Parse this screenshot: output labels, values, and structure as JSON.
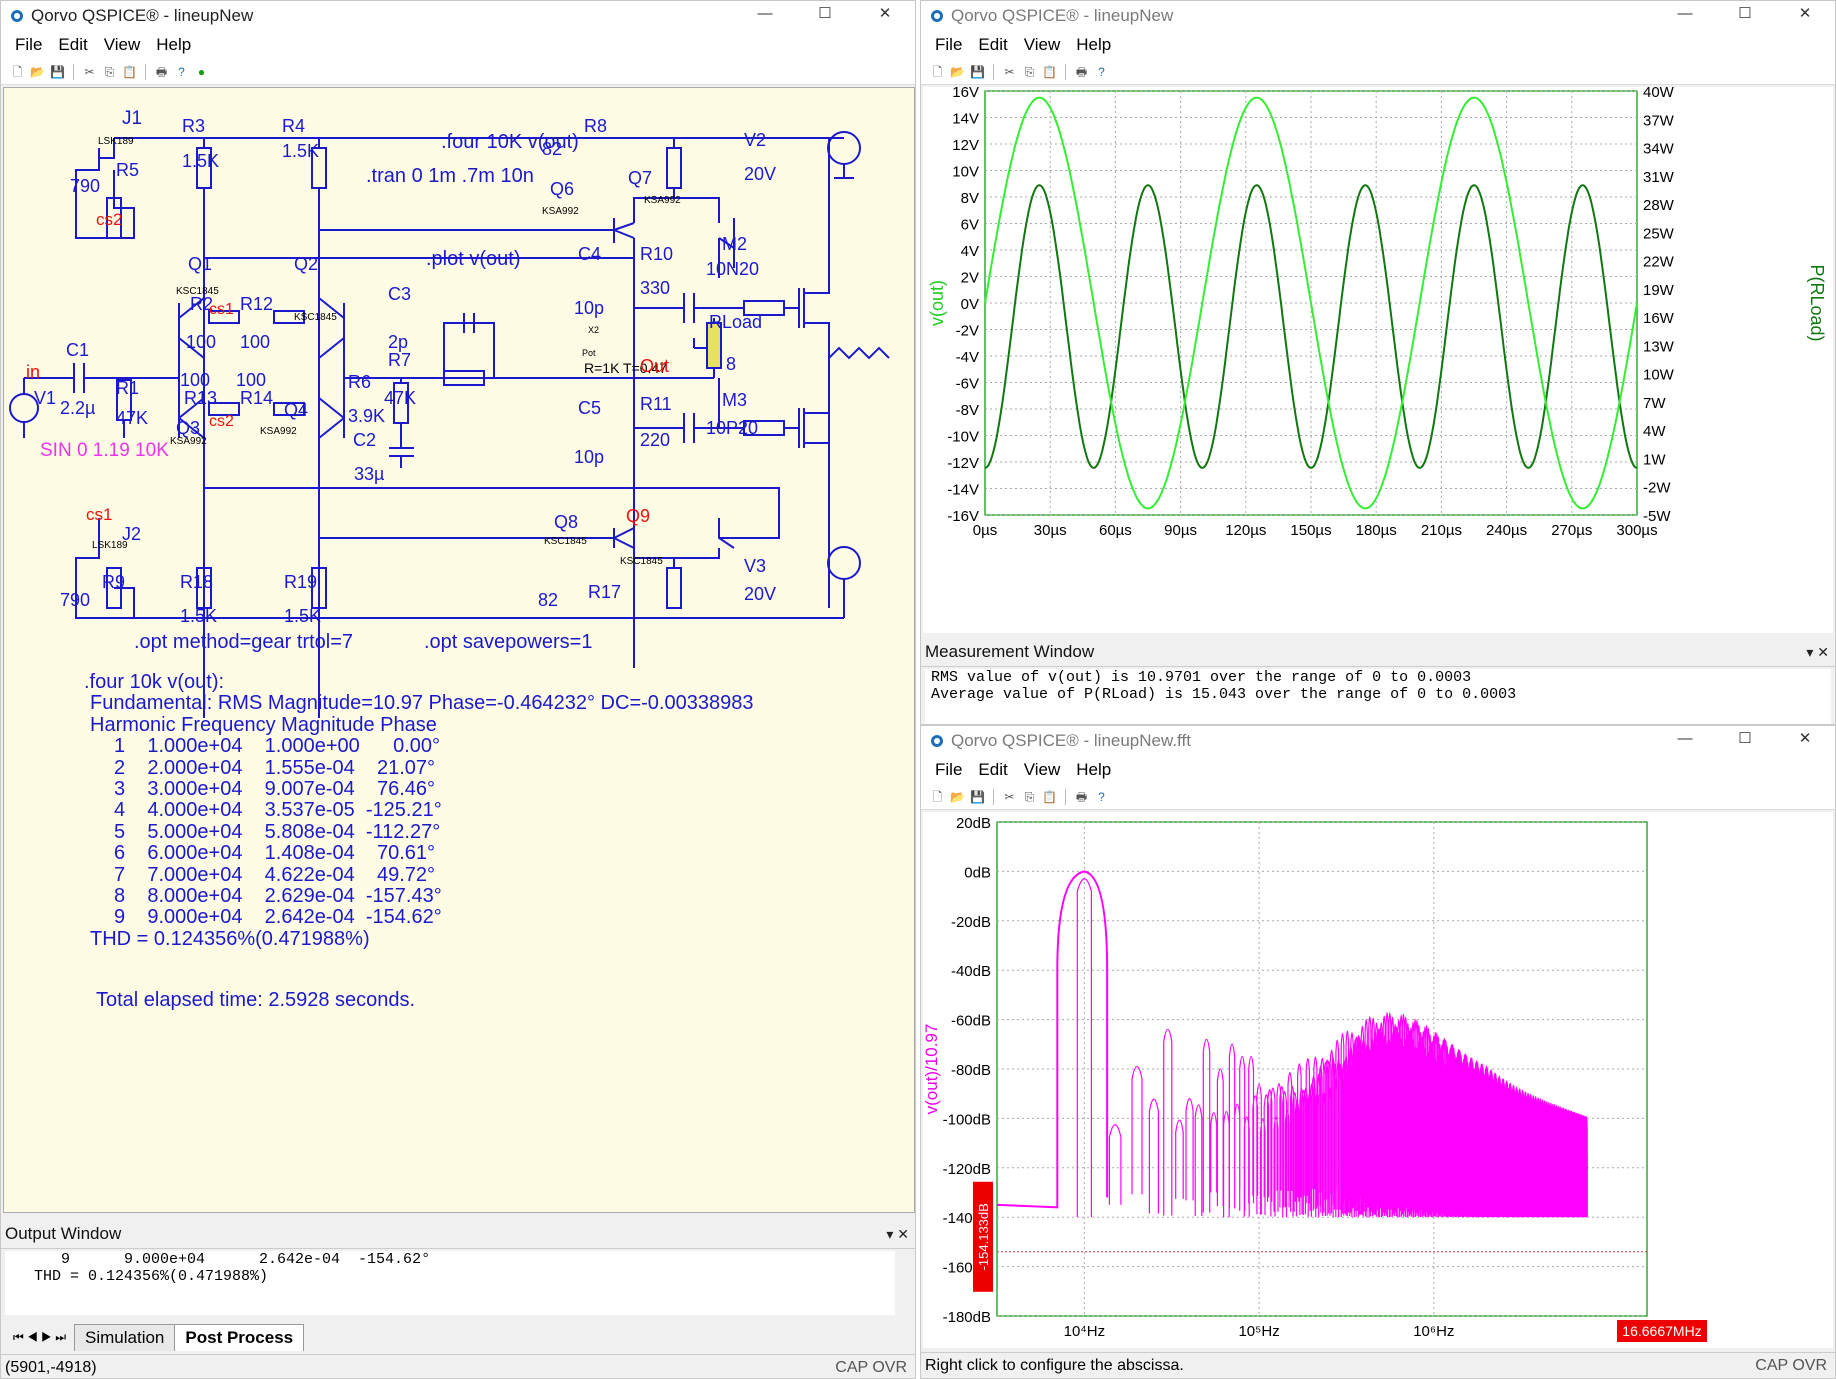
{
  "schematic_window": {
    "title": "Qorvo QSPICE® - lineupNew",
    "menu": [
      "File",
      "Edit",
      "View",
      "Help"
    ],
    "output_window_title": "Output Window",
    "output_lines": [
      "    9      9.000e+04      2.642e-04  -154.62°",
      " THD = 0.124356%(0.471988%)"
    ],
    "tabs": [
      "Simulation",
      "Post Process"
    ],
    "status_coords": "(5901,-4918)",
    "status_right": "CAP OVR"
  },
  "schematic": {
    "directives": [
      {
        "id": "four",
        "text": ".four 10K v(out)"
      },
      {
        "id": "tran",
        "text": ".tran 0 1m .7m 10n"
      },
      {
        "id": "plot",
        "text": ".plot v(out)"
      },
      {
        "id": "opt1",
        "text": ".opt method=gear trtol=7"
      },
      {
        "id": "opt2",
        "text": ".opt savepowers=1"
      },
      {
        "id": "sin",
        "text": "SIN 0 1.19 10K"
      },
      {
        "id": "pot",
        "text": "R=1K T=0.47"
      }
    ],
    "labels": [
      {
        "t": "J1"
      },
      {
        "t": "LSK189"
      },
      {
        "t": "R5"
      },
      {
        "t": "790"
      },
      {
        "t": "cs2"
      },
      {
        "t": "R3"
      },
      {
        "t": "1.5K"
      },
      {
        "t": "R4"
      },
      {
        "t": "1.5K"
      },
      {
        "t": "82"
      },
      {
        "t": "R8"
      },
      {
        "t": "Q6"
      },
      {
        "t": "KSA992"
      },
      {
        "t": "Q7"
      },
      {
        "t": "KSA992"
      },
      {
        "t": "V2"
      },
      {
        "t": "20V"
      },
      {
        "t": "Q1"
      },
      {
        "t": "KSC1845"
      },
      {
        "t": "Q2"
      },
      {
        "t": "KSC1845"
      },
      {
        "t": "R2"
      },
      {
        "t": "cs1"
      },
      {
        "t": "R12"
      },
      {
        "t": "100"
      },
      {
        "t": "100"
      },
      {
        "t": "C4"
      },
      {
        "t": "10p"
      },
      {
        "t": "R10"
      },
      {
        "t": "330"
      },
      {
        "t": "M2"
      },
      {
        "t": "10N20"
      },
      {
        "t": "C3"
      },
      {
        "t": "2p"
      },
      {
        "t": "R7"
      },
      {
        "t": "47K"
      },
      {
        "t": "X2"
      },
      {
        "t": "Pot"
      },
      {
        "t": "RLoad"
      },
      {
        "t": "8"
      },
      {
        "t": "in"
      },
      {
        "t": "C1"
      },
      {
        "t": "2.2µ"
      },
      {
        "t": "V1"
      },
      {
        "t": "R1"
      },
      {
        "t": "47K"
      },
      {
        "t": "100"
      },
      {
        "t": "100"
      },
      {
        "t": "R13"
      },
      {
        "t": "R14"
      },
      {
        "t": "cs2"
      },
      {
        "t": "Q3"
      },
      {
        "t": "KSA992"
      },
      {
        "t": "Q4"
      },
      {
        "t": "KSA992"
      },
      {
        "t": "R6"
      },
      {
        "t": "3.9K"
      },
      {
        "t": "C2"
      },
      {
        "t": "33µ"
      },
      {
        "t": "Out"
      },
      {
        "t": "C5"
      },
      {
        "t": "10p"
      },
      {
        "t": "R11"
      },
      {
        "t": "220"
      },
      {
        "t": "M3"
      },
      {
        "t": "10P20"
      },
      {
        "t": "Q8"
      },
      {
        "t": "KSC1845"
      },
      {
        "t": "Q9"
      },
      {
        "t": "KSC1845"
      },
      {
        "t": "cs1"
      },
      {
        "t": "J2"
      },
      {
        "t": "LSK189"
      },
      {
        "t": "R9"
      },
      {
        "t": "790"
      },
      {
        "t": "R18"
      },
      {
        "t": "1.5K"
      },
      {
        "t": "R19"
      },
      {
        "t": "1.5K"
      },
      {
        "t": "82"
      },
      {
        "t": "R17"
      },
      {
        "t": "V3"
      },
      {
        "t": "20V"
      }
    ],
    "report": [
      ".four 10k v(out):",
      "Fundamental: RMS Magnitude=10.97 Phase=-0.464232° DC=-0.00338983",
      "Harmonic Frequency    Magnitude    Phase",
      "1    1.000e+04    1.000e+00      0.00°",
      "2    2.000e+04    1.555e-04    21.07°",
      "3    3.000e+04    9.007e-04    76.46°",
      "4    4.000e+04    3.537e-05  -125.21°",
      "5    5.000e+04    5.808e-04  -112.27°",
      "6    6.000e+04    1.408e-04    70.61°",
      "7    7.000e+04    4.622e-04    49.72°",
      "8    8.000e+04    2.629e-04  -157.43°",
      "9    9.000e+04    2.642e-04  -154.62°",
      "THD = 0.124356%(0.471988%)",
      "Total elapsed time: 2.5928 seconds."
    ]
  },
  "waveform_window": {
    "title": "Qorvo QSPICE® - lineupNew",
    "menu": [
      "File",
      "Edit",
      "View",
      "Help"
    ],
    "measurement_title": "Measurement Window",
    "measurement_lines": [
      "RMS value of v(out) is 10.9701 over the range of 0 to 0.0003",
      "Average value of P(RLoad) is 15.043 over the range of 0 to 0.0003"
    ]
  },
  "fft_window": {
    "title": "Qorvo QSPICE® - lineupNew.fft",
    "menu": [
      "File",
      "Edit",
      "View",
      "Help"
    ],
    "status_text": "Right click to configure the abscissa.",
    "status_right": "CAP OVR",
    "cursor_y_label": "-154.133dB",
    "cursor_x_label": "16.6667MHz"
  },
  "chart_data": [
    {
      "type": "line",
      "x": [
        0,
        30,
        60,
        90,
        120,
        150,
        180,
        210,
        240,
        270,
        300
      ],
      "xticks": [
        "0µs",
        "30µs",
        "60µs",
        "90µs",
        "120µs",
        "150µs",
        "180µs",
        "210µs",
        "240µs",
        "270µs",
        "300µs"
      ],
      "xlim": [
        0,
        300
      ],
      "y_left_ticks": [
        "16V",
        "14V",
        "12V",
        "10V",
        "8V",
        "6V",
        "4V",
        "2V",
        "0V",
        "-2V",
        "-4V",
        "-6V",
        "-8V",
        "-10V",
        "-12V",
        "-14V",
        "-16V"
      ],
      "y_right_ticks": [
        "40W",
        "37W",
        "34W",
        "31W",
        "28W",
        "25W",
        "22W",
        "19W",
        "16W",
        "13W",
        "10W",
        "7W",
        "4W",
        "1W",
        "-2W",
        "-5W"
      ],
      "ylim_left": [
        -16,
        16
      ],
      "ylim_right": [
        -5,
        40
      ],
      "series": [
        {
          "name": "v(out)",
          "axis": "left",
          "color": "#33ee33",
          "amplitude": 15.5,
          "frequency_khz": 10,
          "phase": "sine"
        },
        {
          "name": "P(RLoad)",
          "axis": "right",
          "color": "#117711",
          "peak": 30,
          "min": 0,
          "frequency_khz": 20
        }
      ],
      "grid": true
    },
    {
      "type": "line",
      "ylabel": "v(out)/10.97",
      "xscale": "log",
      "xticks": [
        "10⁴Hz",
        "10⁵Hz",
        "10⁶Hz"
      ],
      "y_ticks": [
        "20dB",
        "0dB",
        "-20dB",
        "-40dB",
        "-60dB",
        "-80dB",
        "-100dB",
        "-120dB",
        "-140dB",
        "-160dB",
        "-180dB"
      ],
      "ylim": [
        -180,
        20
      ],
      "series": [
        {
          "name": "v(out)/10.97",
          "color": "#ff00ff",
          "peaks": [
            {
              "f": 10000,
              "db": 0
            },
            {
              "f": 20000,
              "db": -76
            },
            {
              "f": 30000,
              "db": -61
            },
            {
              "f": 40000,
              "db": -89
            },
            {
              "f": 50000,
              "db": -65
            },
            {
              "f": 60000,
              "db": -77
            },
            {
              "f": 70000,
              "db": -67
            },
            {
              "f": 80000,
              "db": -72
            },
            {
              "f": 90000,
              "db": -72
            }
          ],
          "floor_db": -135
        }
      ],
      "grid": true
    }
  ]
}
